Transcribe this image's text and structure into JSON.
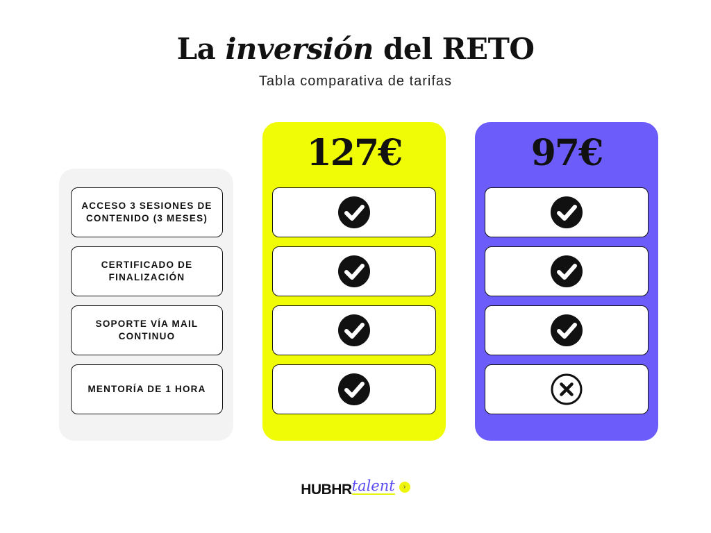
{
  "title": {
    "part1": "La ",
    "part2": "inversión",
    "part3": " del RETO"
  },
  "subtitle": "Tabla comparativa de tarifas",
  "colors": {
    "plan_a": "#f0fc05",
    "plan_b": "#6c5cf9",
    "features_panel": "#f3f3f3"
  },
  "features": [
    "ACCESO 3 SESIONES DE CONTENIDO (3 MESES)",
    "CERTIFICADO DE FINALIZACIÓN",
    "SOPORTE VÍA MAIL CONTINUO",
    "MENTORÍA DE 1 HORA"
  ],
  "plans": [
    {
      "price": "127€",
      "color": "#f0fc05",
      "includes": [
        "check-icon",
        "check-icon",
        "check-icon",
        "check-icon"
      ]
    },
    {
      "price": "97€",
      "color": "#6c5cf9",
      "includes": [
        "check-icon",
        "check-icon",
        "check-icon",
        "cross-icon"
      ]
    }
  ],
  "logo": {
    "brand": "HUBHR",
    "sub": "talent",
    "arrow": "›"
  }
}
